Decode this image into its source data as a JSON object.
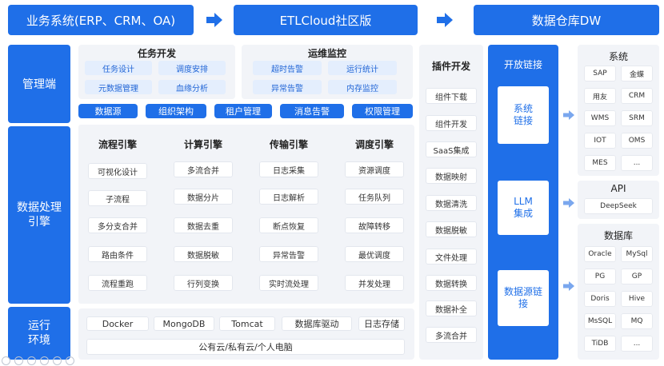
{
  "top": {
    "source": "业务系统(ERP、CRM、OA)",
    "middle": "ETLCloud社区版",
    "target": "数据仓库DW"
  },
  "left": {
    "mgmt": "管理端",
    "engine_line1": "数据处理",
    "engine_line2": "引擎",
    "runtime_line1": "运行",
    "runtime_line2": "环境"
  },
  "task_dev": {
    "title": "任务开发",
    "items": [
      "任务设计",
      "调度安排",
      "元数据管理",
      "血缘分析"
    ]
  },
  "ops": {
    "title": "运维监控",
    "items": [
      "超时告警",
      "运行统计",
      "异常告警",
      "内存监控"
    ]
  },
  "mgmt_bar": [
    "数据源",
    "组织架构",
    "租户管理",
    "消息告警",
    "权限管理"
  ],
  "engines": [
    {
      "title": "流程引擎",
      "items": [
        "可视化设计",
        "子流程",
        "多分支合并",
        "路由条件",
        "流程重跑"
      ]
    },
    {
      "title": "计算引擎",
      "items": [
        "多流合并",
        "数据分片",
        "数据去重",
        "数据脱敏",
        "行列变换"
      ]
    },
    {
      "title": "传输引擎",
      "items": [
        "日志采集",
        "日志解析",
        "断点恢复",
        "异常告警",
        "实时流处理"
      ]
    },
    {
      "title": "调度引擎",
      "items": [
        "资源调度",
        "任务队列",
        "故障转移",
        "最优调度",
        "并发处理"
      ]
    }
  ],
  "runtime": {
    "items": [
      "Docker",
      "MongoDB",
      "Tomcat",
      "数据库驱动",
      "日志存储"
    ],
    "cloud": "公有云/私有云/个人电脑"
  },
  "plugin": {
    "title": "插件开发",
    "items": [
      "组件下载",
      "组件开发",
      "SaaS集成",
      "数据映射",
      "数据清洗",
      "数据脱敏",
      "文件处理",
      "数据转换",
      "数据补全",
      "多流合并"
    ]
  },
  "open_link": {
    "title": "开放链接",
    "blocks": [
      {
        "line1": "系统",
        "line2": "链接"
      },
      {
        "line1": "LLM",
        "line2": "集成"
      },
      {
        "line1": "数据源链",
        "line2": "接"
      }
    ]
  },
  "systems": {
    "title": "系统",
    "items": [
      "SAP",
      "金蝶",
      "用友",
      "CRM",
      "WMS",
      "SRM",
      "IOT",
      "OMS",
      "MES",
      "..."
    ]
  },
  "api": {
    "title": "API",
    "items": [
      "DeepSeek"
    ]
  },
  "databases": {
    "title": "数据库",
    "items": [
      "Oracle",
      "MySql",
      "PG",
      "GP",
      "Doris",
      "Hive",
      "MsSQL",
      "MQ",
      "TiDB",
      "..."
    ]
  },
  "colors": {
    "primary": "#1f6fe8",
    "pill_bg": "#e4eefd",
    "panel_bg": "#f2f4f8"
  }
}
